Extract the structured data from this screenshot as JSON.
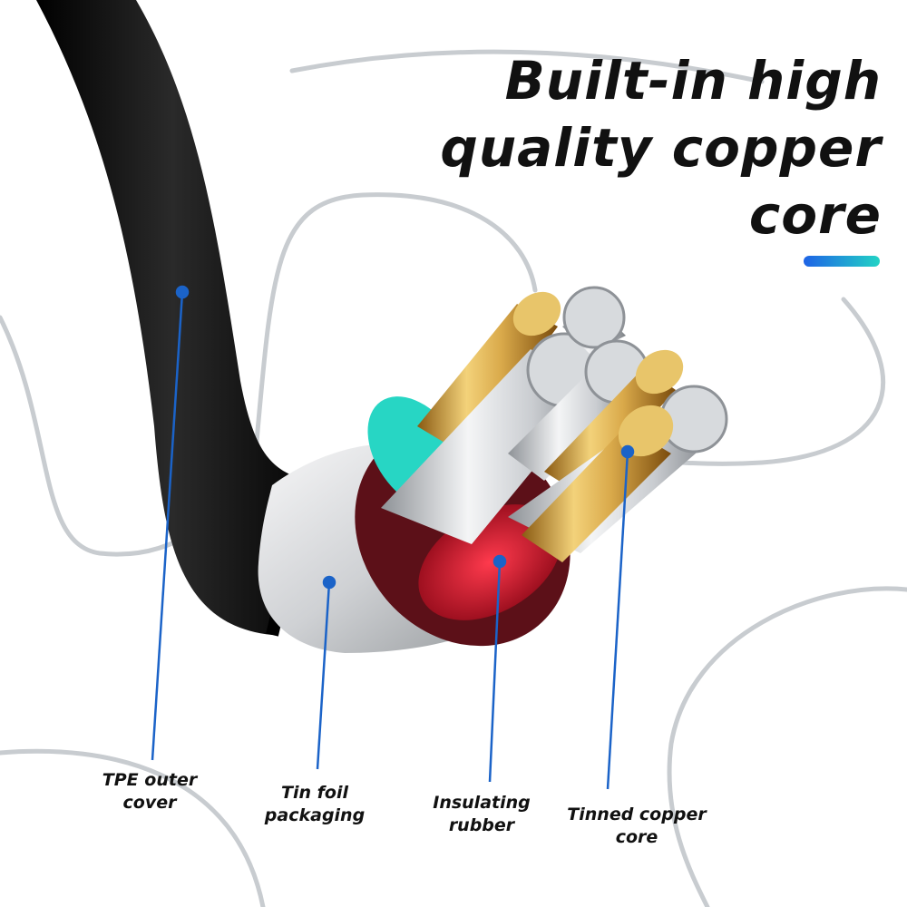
{
  "headline": {
    "lines": [
      "Built-in high",
      "quality copper",
      "core"
    ]
  },
  "colors": {
    "accent_start": "#1e63e6",
    "accent_end": "#22d3c5",
    "callout_line": "#1b63c8",
    "cable_outer": "#0d0d0d",
    "copper": "#d9a94a",
    "insulation_red": "#d2122a",
    "insulation_cyan": "#27d6c4"
  },
  "callouts": [
    {
      "id": "tpe",
      "lines": [
        "TPE outer",
        "cover"
      ]
    },
    {
      "id": "foil",
      "lines": [
        "Tin foil",
        "packaging"
      ]
    },
    {
      "id": "rubber",
      "lines": [
        "Insulating",
        "rubber"
      ]
    },
    {
      "id": "copper",
      "lines": [
        "Tinned copper",
        "core"
      ]
    }
  ]
}
